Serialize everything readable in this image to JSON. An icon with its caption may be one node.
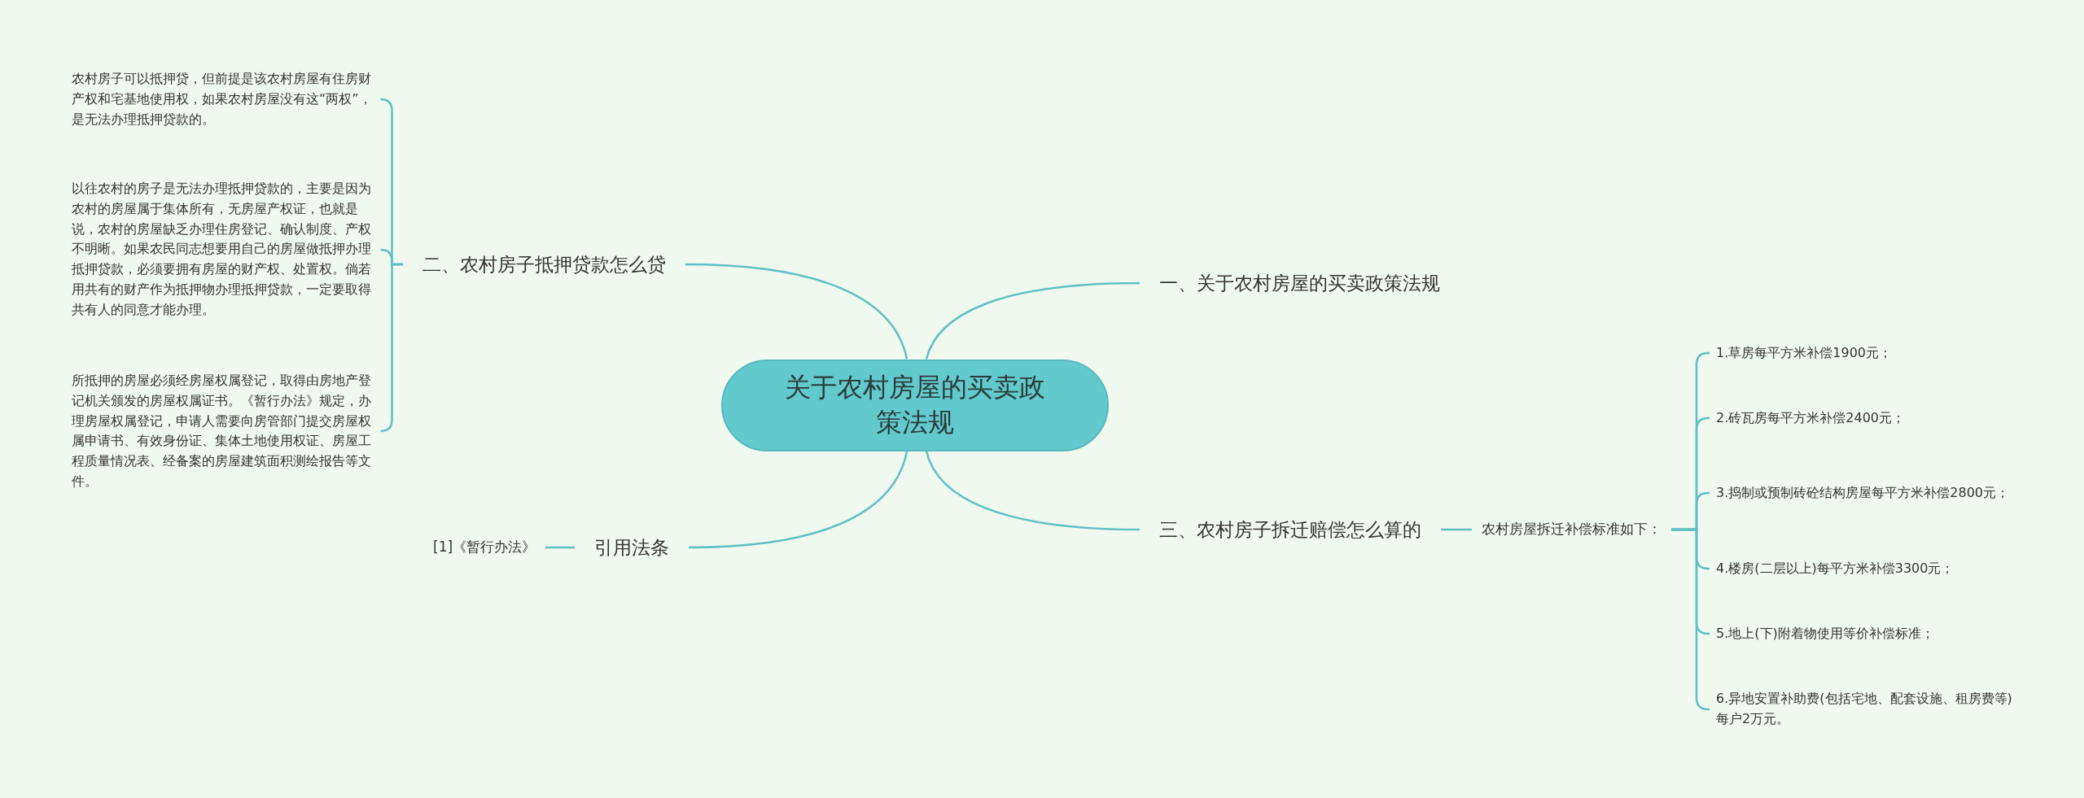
{
  "diagram": {
    "nodes": [
      {
        "text": [
          "关于农村房屋的买卖政策法规"
        ]
      },
      {
        "text": [
          "一、关于农村房屋的买卖政策法规"
        ]
      },
      {
        "text": [
          "二、农村房子抵押贷款怎么贷"
        ]
      },
      {
        "text": [
          "三、农村房子拆迁赔偿怎么算的"
        ]
      },
      {
        "text": [
          "引用法条"
        ]
      },
      {
        "text": [
          "农村房子可以抵押贷，但前提是该农村房屋有住房财产权和宅基地使用权，如果农村房屋没有这“两权”，是无法办理抵押贷款的。"
        ]
      },
      {
        "text": [
          "以往农村的房子是无法办理抵押贷款的，主要是因为农村的房屋属于集体所有，无房屋产权证，也就是说，农村的房屋缺乏办理住房登记、确认制度、产权不明晰。如果农民同志想要用自己的房屋做抵押办理抵押贷款，必须要拥有房屋的财产权、处置权。倘若用共有的财产作为抵押物办理抵押贷款，一定要取得共有人的同意才能办理。"
        ]
      },
      {
        "text": [
          "所抵押的房屋必须经房屋权属登记，取得由房地产登记机关颁发的房屋权属证书。《暂行办法》规定，办理房屋权属登记，申请人需要向房管部门提交房屋权属申请书、有效身份证、集体土地使用权证、房屋工程质量情况表、经备案的房屋建筑面积测绘报告等文件。"
        ]
      },
      {
        "text": [
          "[1]《暂行办法》"
        ]
      },
      {
        "text": [
          "农村房屋拆迁补偿标准如下："
        ]
      },
      {
        "text": [
          "1.草房每平方米补偿1900元；"
        ]
      },
      {
        "text": [
          "2.砖瓦房每平方米补偿2400元；"
        ]
      },
      {
        "text": [
          "3.捣制或预制砖砼结构房屋每平方米补偿2800元；"
        ]
      },
      {
        "text": [
          "4.楼房(二层以上)每平方米补偿3300元；"
        ]
      },
      {
        "text": [
          "5.地上(下)附着物使用等价补偿标准；"
        ]
      },
      {
        "text": [
          "6.异地安置补助费(包括宅地、配套设施、租房费等)每户2万元。"
        ]
      }
    ],
    "edges": [
      {
        "from": 0,
        "to": 1,
        "arrow": "none"
      },
      {
        "from": 0,
        "to": 2,
        "arrow": "none"
      },
      {
        "from": 0,
        "to": 3,
        "arrow": "none"
      },
      {
        "from": 0,
        "to": 4,
        "arrow": "none"
      },
      {
        "from": 2,
        "to": 5,
        "arrow": "none"
      },
      {
        "from": 2,
        "to": 6,
        "arrow": "none"
      },
      {
        "from": 2,
        "to": 7,
        "arrow": "none"
      },
      {
        "from": 4,
        "to": 8,
        "arrow": "none"
      },
      {
        "from": 3,
        "to": 9,
        "arrow": "none"
      },
      {
        "from": 9,
        "to": 10,
        "arrow": "none"
      },
      {
        "from": 9,
        "to": 11,
        "arrow": "none"
      },
      {
        "from": 9,
        "to": 12,
        "arrow": "none"
      },
      {
        "from": 9,
        "to": 13,
        "arrow": "none"
      },
      {
        "from": 9,
        "to": 14,
        "arrow": "none"
      },
      {
        "from": 9,
        "to": 15,
        "arrow": "none"
      }
    ]
  }
}
